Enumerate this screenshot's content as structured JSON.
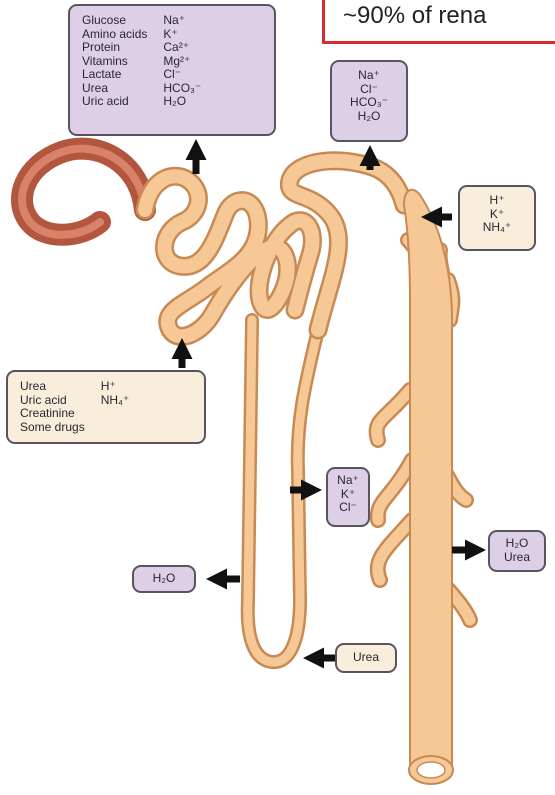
{
  "callout": {
    "text": "~90% of rena"
  },
  "top_box": {
    "left": [
      "Glucose",
      "Amino acids",
      "Protein",
      "Vitamins",
      "Lactate",
      "Urea",
      "Uric acid"
    ],
    "right": [
      "Na⁺",
      "K⁺",
      "Ca²⁺",
      "Mg²⁺",
      "Cl⁻",
      "HCO₃⁻",
      "H₂O"
    ]
  },
  "distal_box": [
    "Na⁺",
    "Cl⁻",
    "HCO₃⁻",
    "H₂O"
  ],
  "secretion_box": [
    "H⁺",
    "K⁺",
    "NH₄⁺"
  ],
  "proximal_secretion_box": {
    "left": [
      "Urea",
      "Uric acid",
      "Creatinine",
      "Some drugs"
    ],
    "right": [
      "H⁺",
      "NH₄⁺"
    ]
  },
  "ascending_box": [
    "Na⁺",
    "K⁺",
    "Cl⁻"
  ],
  "descending_box": [
    "H₂O"
  ],
  "collecting_box": [
    "H₂O",
    "Urea"
  ],
  "loop_box": [
    "Urea"
  ],
  "colors": {
    "tubule": "#f6c896",
    "tubule_edge": "#c88a55",
    "capsule": "#b2563d",
    "box_purple": "#ddd0e6",
    "box_tan": "#f9eedb",
    "arrow": "#111111",
    "callout_border": "#d62d2d"
  }
}
